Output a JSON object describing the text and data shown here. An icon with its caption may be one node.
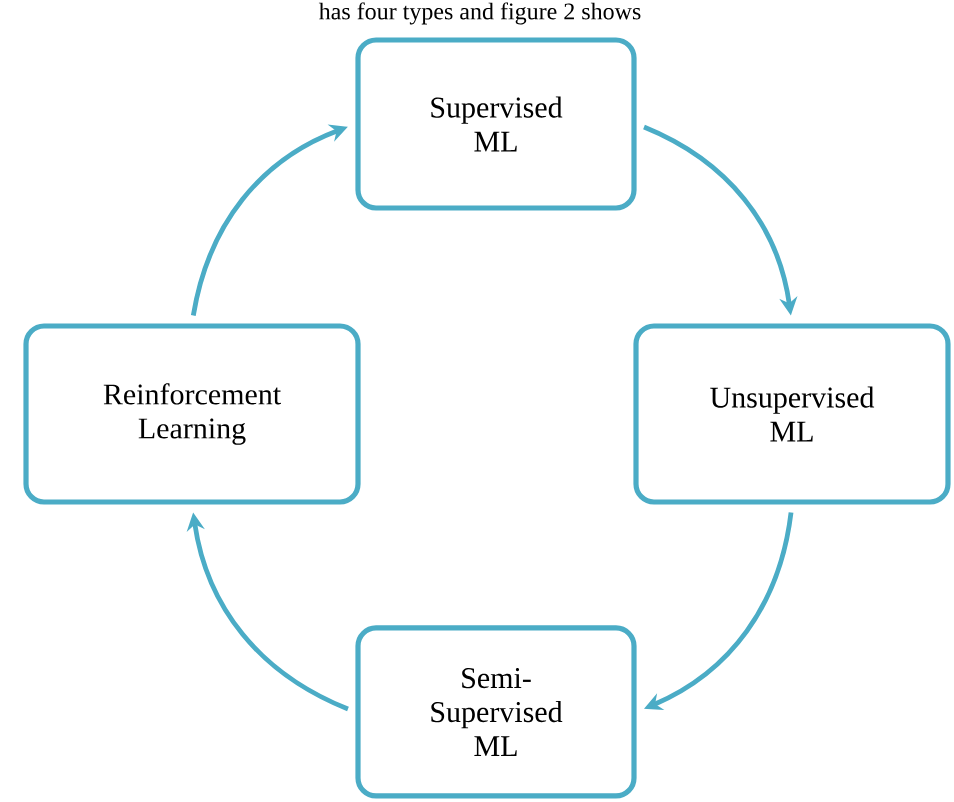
{
  "diagram": {
    "nodes": [
      {
        "text": [
          "Supervised ML"
        ]
      },
      {
        "text": [
          "Unsupervised ML"
        ]
      },
      {
        "text": [
          "Semi-Supervised ML"
        ]
      },
      {
        "text": [
          "Reinforcement Learning"
        ]
      }
    ],
    "edges": [
      {
        "from": 0,
        "to": 1,
        "arrow": "to"
      },
      {
        "from": 1,
        "to": 2,
        "arrow": "to"
      },
      {
        "from": 2,
        "to": 3,
        "arrow": "to"
      },
      {
        "from": 3,
        "to": 0,
        "arrow": "to"
      }
    ],
    "labels": [
      "has four types and figure 2 shows"
    ]
  }
}
